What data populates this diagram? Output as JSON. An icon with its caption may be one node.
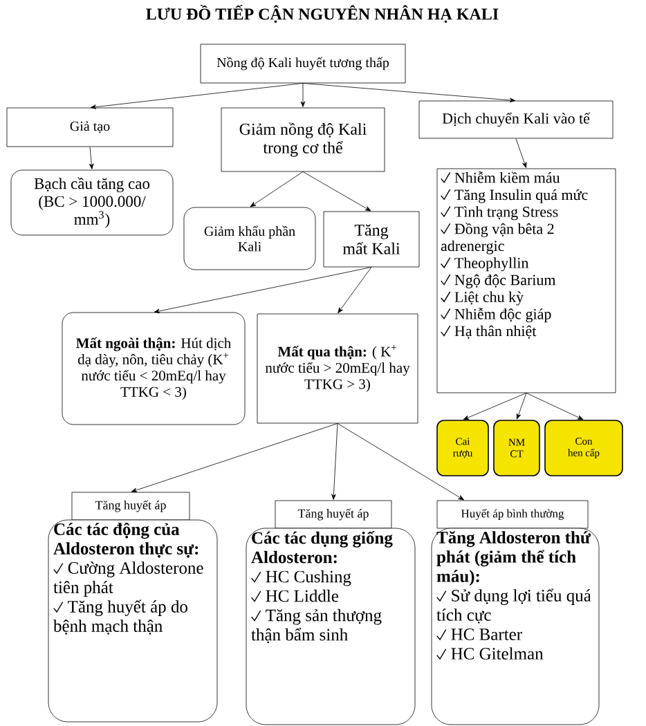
{
  "diagram": {
    "title": "LƯU ĐỒ TIẾP CẬN NGUYÊN NHÂN HẠ KALI",
    "nodes": [
      {
        "text": [
          "Nồng độ Kali huyết tương thấp"
        ]
      },
      {
        "text": [
          "Giả tạo"
        ]
      },
      {
        "text": [
          "Giảm nồng độ Kali trong cơ thể"
        ]
      },
      {
        "text": [
          "Dịch chuyển Kali vào tế"
        ]
      },
      {
        "text": [
          "Bạch cầu tăng cao (BC > 1000.000/ mm$^{3}$)"
        ]
      },
      {
        "text": [
          "Giảm khẩu phần Kali"
        ]
      },
      {
        "text": [
          "Tăng mất Kali"
        ]
      },
      {
        "text": [
          "Nhiễm kiềm máu",
          "Tăng Insulin quá mức",
          "Tình trạng Stress",
          "Đồng vận bêta 2 adrenergic",
          "Theophyllin",
          "Ngộ độc Barium",
          "Liệt chu kỳ",
          "Nhiễm độc giáp",
          "Hạ thân nhiệt"
        ]
      },
      {
        "text": [
          "**Mất ngoài thận:** Hút dịch dạ dày, nôn, tiêu chảy (K$^{+}$ nước tiểu < 20mEq/l hay TTKG < 3)"
        ]
      },
      {
        "text": [
          "**Mất qua thận:** ( K$^{+}$ nước tiểu > 20mEq/l hay TTKG > 3)"
        ]
      },
      {
        "text": [
          "Cai rượu"
        ]
      },
      {
        "text": [
          "NM CT"
        ]
      },
      {
        "text": [
          "Con hen cấp"
        ]
      },
      {
        "text": [
          "Tăng huyết áp"
        ]
      },
      {
        "text": [
          "Các tác động của Aldosteron thực sự:",
          "Cường Aldosterone tiên phát",
          "Tăng huyết áp do bệnh mạch thận"
        ]
      },
      {
        "text": [
          "Tăng huyết áp"
        ]
      },
      {
        "text": [
          "Các tác dụng giống Aldosteron:",
          "HC Cushing",
          "HC Liddle",
          "Tăng sản thượng thận bẩm sinh"
        ]
      },
      {
        "text": [
          "Huyết áp bình thường"
        ]
      },
      {
        "text": [
          "Tăng Aldosteron thứ phát (giảm thể tích máu):",
          "Sử dụng lợi tiểu quá tích cực",
          "HC Barter",
          "HC Gitelman"
        ]
      }
    ],
    "edges": [
      {
        "from": 0,
        "to": 1,
        "arrow": "to"
      },
      {
        "from": 0,
        "to": 2,
        "arrow": "to"
      },
      {
        "from": 0,
        "to": 3,
        "arrow": "to"
      },
      {
        "from": 1,
        "to": 4,
        "arrow": "to"
      },
      {
        "from": 2,
        "to": 5,
        "arrow": "to"
      },
      {
        "from": 2,
        "to": 6,
        "arrow": "to"
      },
      {
        "from": 3,
        "to": 7,
        "arrow": "to"
      },
      {
        "from": 6,
        "to": 8,
        "arrow": "to"
      },
      {
        "from": 6,
        "to": 9,
        "arrow": "to"
      },
      {
        "from": 7,
        "to": 10,
        "arrow": "to"
      },
      {
        "from": 7,
        "to": 11,
        "arrow": "to"
      },
      {
        "from": 7,
        "to": 12,
        "arrow": "to"
      },
      {
        "from": 9,
        "to": 13,
        "arrow": "to"
      },
      {
        "from": 9,
        "to": 15,
        "arrow": "to"
      },
      {
        "from": 9,
        "to": 17,
        "arrow": "to"
      }
    ]
  }
}
